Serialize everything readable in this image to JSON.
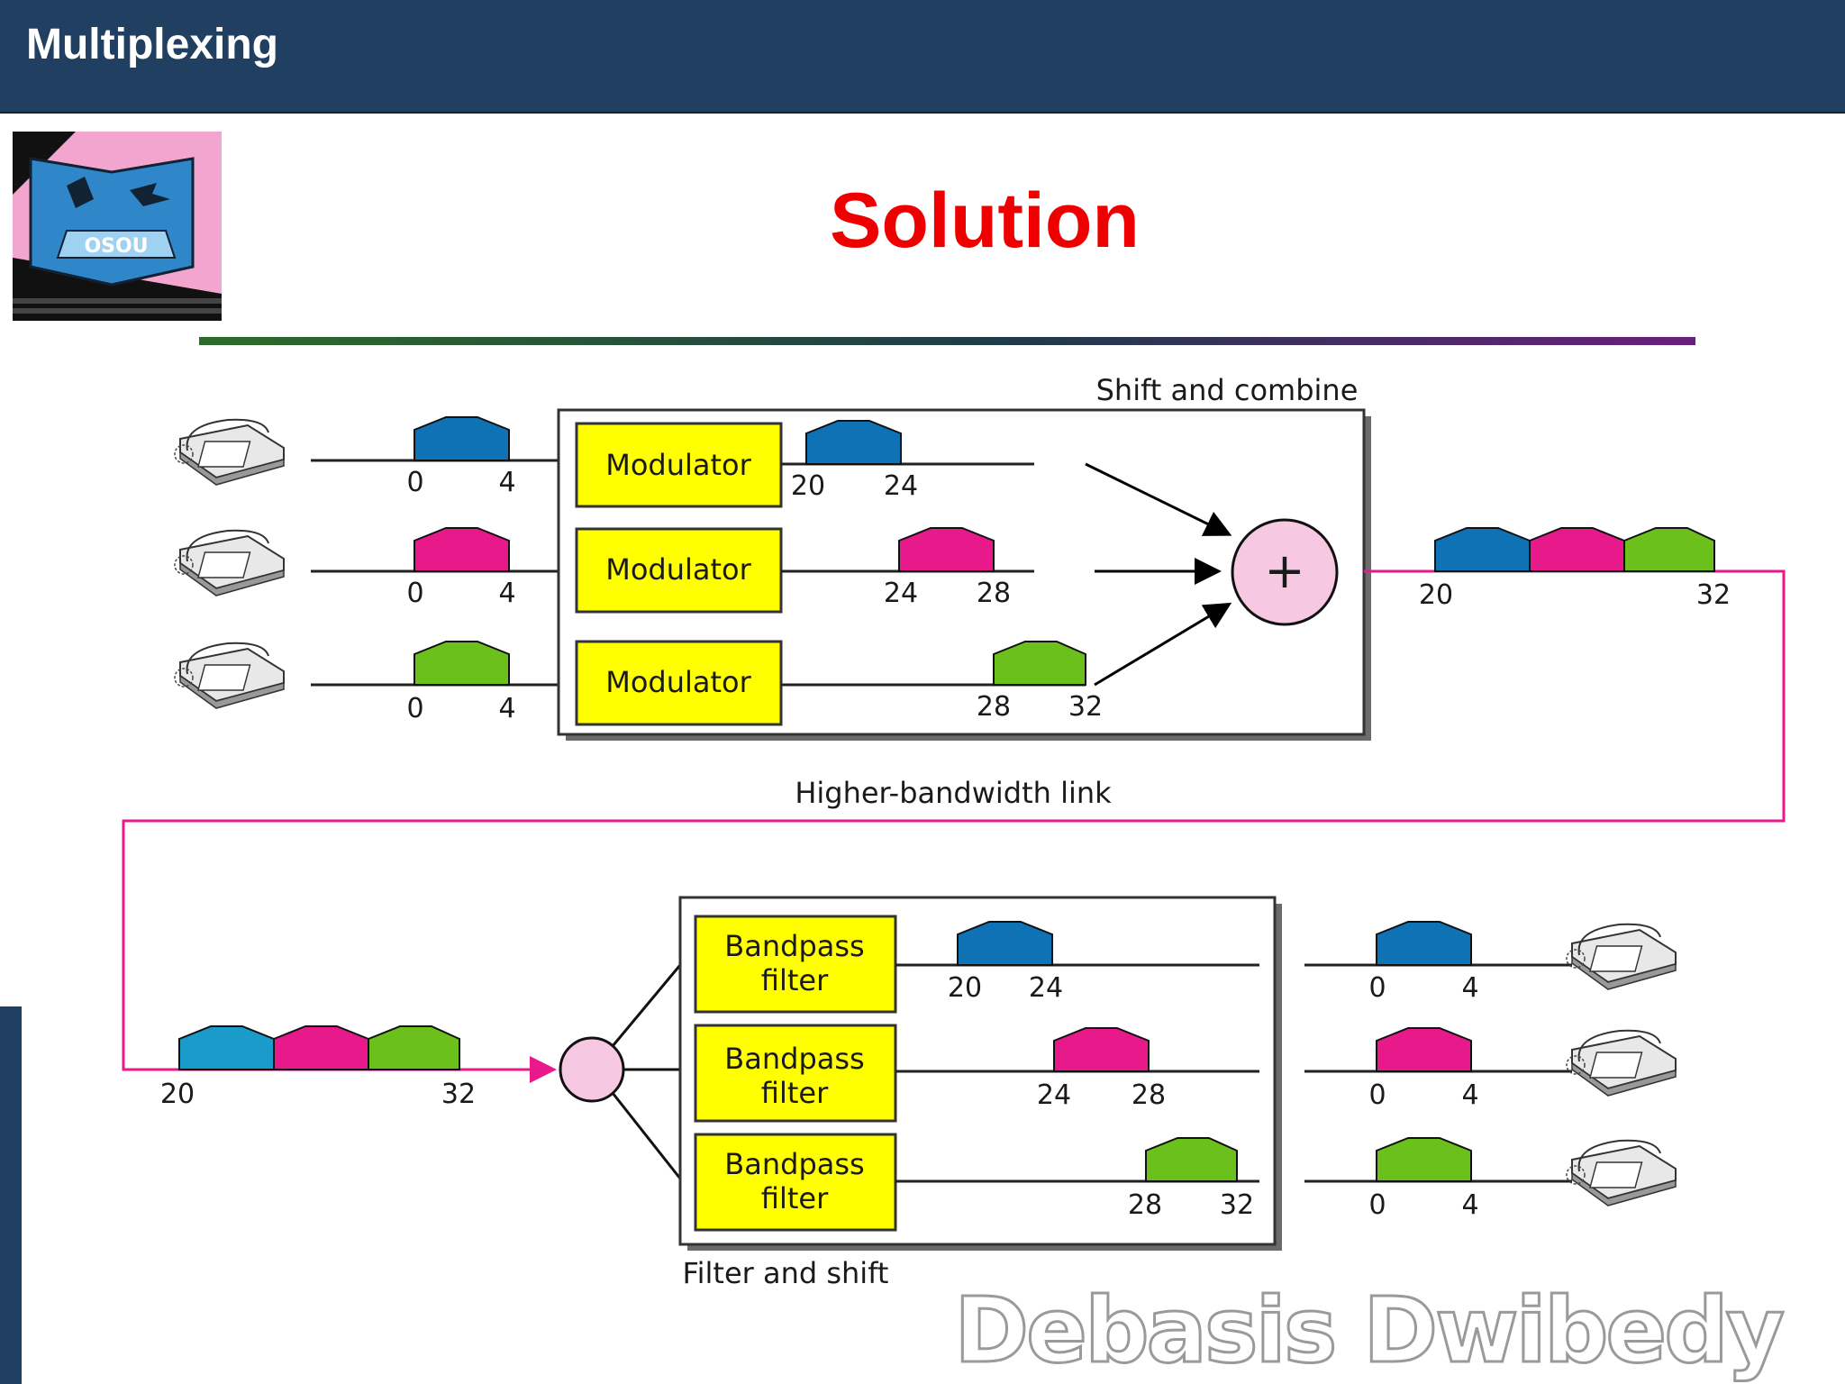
{
  "header": {
    "title": "Multiplexing"
  },
  "slide": {
    "title": "Solution",
    "watermark": "Debasis Dwibedy"
  },
  "logo": {
    "text": "OSOU"
  },
  "colors": {
    "blue": "#0e72b4",
    "pink": "#e8198b",
    "green": "#6cc01c",
    "yellow": "#ffff00",
    "link": "#e8198b",
    "header": "#213f61",
    "title": "#ee0000"
  },
  "diagram": {
    "shift_label": "Shift and combine",
    "link_label": "Higher-bandwidth link",
    "filter_label": "Filter and shift",
    "modulator_label": "Modulator",
    "filter_line1": "Bandpass",
    "filter_line2": "filter",
    "plus": "+",
    "input_ranges": [
      [
        "0",
        "4"
      ],
      [
        "0",
        "4"
      ],
      [
        "0",
        "4"
      ]
    ],
    "shifted_ranges": [
      [
        "20",
        "24"
      ],
      [
        "24",
        "28"
      ],
      [
        "28",
        "32"
      ]
    ],
    "combined_range": [
      "20",
      "32"
    ],
    "received_range": [
      "20",
      "32"
    ],
    "filtered_ranges": [
      [
        "20",
        "24"
      ],
      [
        "24",
        "28"
      ],
      [
        "28",
        "32"
      ]
    ],
    "output_ranges": [
      [
        "0",
        "4"
      ],
      [
        "0",
        "4"
      ],
      [
        "0",
        "4"
      ]
    ]
  }
}
